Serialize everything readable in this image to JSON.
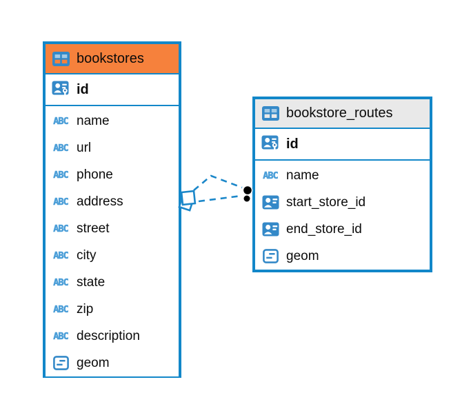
{
  "colors": {
    "table_border_blue": "#1287C9",
    "icon_blue": "#3489C8",
    "type_text_blue": "#4D9FD8",
    "bookstores_header_orange": "#F6813C",
    "routes_header_gray": "#E9E9E9",
    "relationship_line_blue": "#1B87C9",
    "text_black": "#0B0B0B",
    "background": "#FFFFFF"
  },
  "icons": {
    "text_type_label": "ABC"
  },
  "diagram": {
    "tables": [
      {
        "name": "bookstores",
        "primary_key": "id",
        "columns": [
          {
            "name": "name",
            "type": "text"
          },
          {
            "name": "url",
            "type": "text"
          },
          {
            "name": "phone",
            "type": "text"
          },
          {
            "name": "address",
            "type": "text"
          },
          {
            "name": "street",
            "type": "text"
          },
          {
            "name": "city",
            "type": "text"
          },
          {
            "name": "state",
            "type": "text"
          },
          {
            "name": "zip",
            "type": "text"
          },
          {
            "name": "description",
            "type": "text"
          },
          {
            "name": "geom",
            "type": "object"
          }
        ]
      },
      {
        "name": "bookstore_routes",
        "primary_key": "id",
        "columns": [
          {
            "name": "name",
            "type": "text"
          },
          {
            "name": "start_store_id",
            "type": "reference"
          },
          {
            "name": "end_store_id",
            "type": "reference"
          },
          {
            "name": "geom",
            "type": "object"
          }
        ]
      }
    ],
    "relationships": [
      {
        "from": "bookstores",
        "to": "bookstore_routes",
        "style": "dashed"
      },
      {
        "from": "bookstores",
        "to": "bookstore_routes",
        "style": "dashed"
      }
    ]
  }
}
